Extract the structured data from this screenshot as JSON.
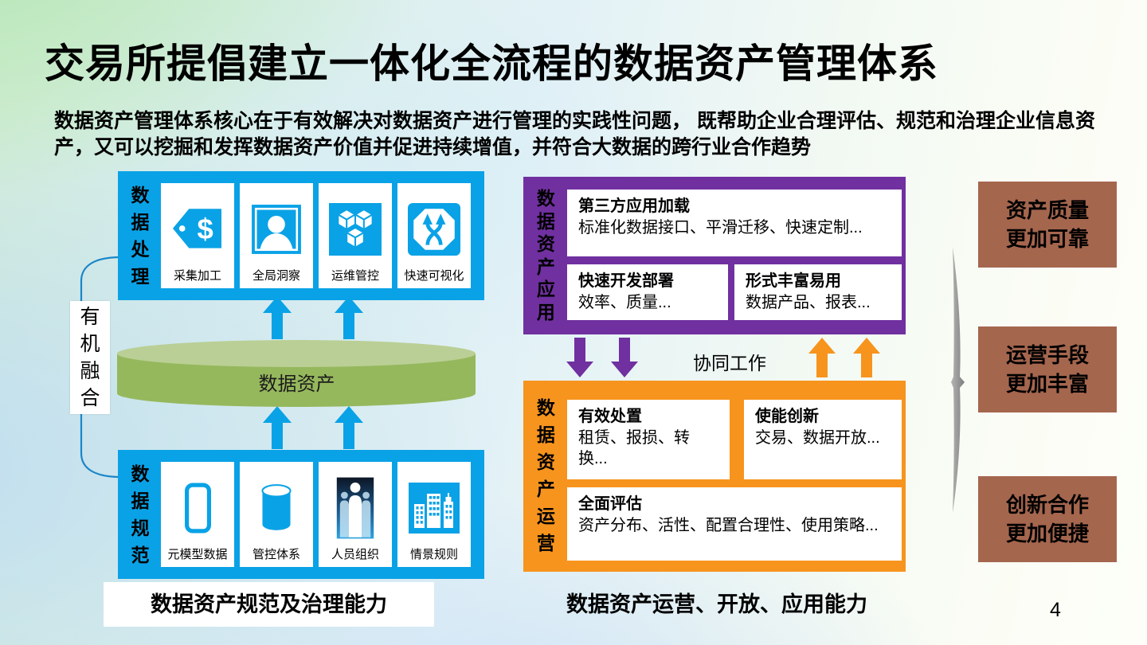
{
  "slide": {
    "title": "交易所提倡建立一体化全流程的数据资产管理体系",
    "subtitle": "数据资产管理体系核心在于有效解决对数据资产进行管理的实践性问题， 既帮助企业合理评估、规范和治理企业信息资产，又可以挖掘和发挥数据资产价值并促进持续增值，并符合大数据的跨行业合作趋势",
    "page_number": "4"
  },
  "colors": {
    "blue": "#0aa2e6",
    "purple": "#7030a0",
    "orange": "#f7941e",
    "brown": "#a5664e",
    "green_body": "#96b85d",
    "green_top": "#bacf95",
    "bracket_blue": "#1a86c8",
    "brace_gray": "#8f8f8f"
  },
  "left": {
    "processing": {
      "label": "数据处理",
      "items": [
        {
          "label": "采集加工",
          "icon": "price-tag-dollar-icon"
        },
        {
          "label": "全局洞察",
          "icon": "portrait-person-icon"
        },
        {
          "label": "运维管控",
          "icon": "cubes-icon"
        },
        {
          "label": "快速可视化",
          "icon": "shuffle-octagon-icon"
        }
      ]
    },
    "asset_cylinder": {
      "label": "数据资产"
    },
    "fusion_label": "有机融合",
    "standards": {
      "label": "数据规范",
      "items": [
        {
          "label": "元模型数据",
          "icon": "rounded-rect-icon"
        },
        {
          "label": "管控体系",
          "icon": "database-cylinder-icon"
        },
        {
          "label": "人员组织",
          "icon": "people-group-icon"
        },
        {
          "label": "情景规则",
          "icon": "city-buildings-icon"
        }
      ]
    },
    "caption": "数据资产规范及治理能力"
  },
  "right": {
    "application": {
      "label": "数据资产应用",
      "cards": [
        {
          "title": "第三方应用加载",
          "body": "标准化数据接口、平滑迁移、快速定制..."
        },
        {
          "title": "快速开发部署",
          "body": "效率、质量..."
        },
        {
          "title": "形式丰富易用",
          "body": "数据产品、报表..."
        }
      ]
    },
    "collaboration_label": "协同工作",
    "operation": {
      "label": "数据资产运营",
      "cards": [
        {
          "title": "有效处置",
          "body": "租赁、报损、转换..."
        },
        {
          "title": "使能创新",
          "body": "交易、数据开放..."
        },
        {
          "title": "全面评估",
          "body": "资产分布、活性、配置合理性、使用策略..."
        }
      ]
    },
    "caption": "数据资产运营、开放、应用能力"
  },
  "benefits": [
    {
      "text": "资产质量\n更加可靠"
    },
    {
      "text": "运营手段\n更加丰富"
    },
    {
      "text": "创新合作\n更加便捷"
    }
  ]
}
